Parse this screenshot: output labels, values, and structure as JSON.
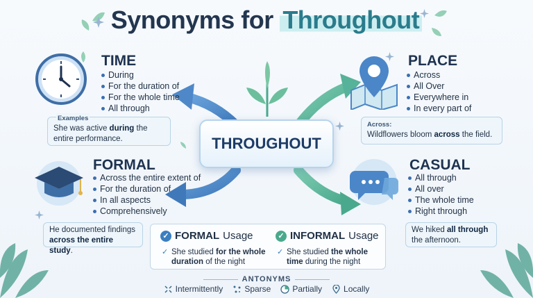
{
  "title": {
    "prefix": "Synonyms for",
    "highlight": "Throughout"
  },
  "center": "THROUGHOUT",
  "categories": {
    "time": {
      "title": "TIME",
      "items": [
        "During",
        "For the duration of",
        "For the whole time",
        "All through"
      ]
    },
    "place": {
      "title": "PLACE",
      "items": [
        "Across",
        "All Over",
        "Everywhere in",
        "In every part of"
      ]
    },
    "formal": {
      "title": "FORMAL",
      "items": [
        "Across the entire extent of",
        "For the duration of",
        "In all aspects",
        "Comprehensively"
      ]
    },
    "casual": {
      "title": "CASUAL",
      "items": [
        "All through",
        "All over",
        "The whole time",
        "Right through"
      ]
    }
  },
  "examples": {
    "time": {
      "label": "Examples",
      "pre": "She was active ",
      "bold": "during",
      "post": " the entire performance."
    },
    "place": {
      "label": "Across:",
      "pre": "Wildflowers bloom ",
      "bold": "across",
      "post": " the field."
    },
    "formal": {
      "pre": "He documented findings ",
      "bold": "across the entire study",
      "post": "."
    },
    "casual": {
      "pre": "We hiked ",
      "bold": "all through",
      "post": " the afternoon."
    }
  },
  "usage": {
    "formal": {
      "bold": "FORMAL",
      "word": "Usage",
      "pre": "She studied ",
      "boldText": "for the whole duration",
      "post": " of the night"
    },
    "informal": {
      "bold": "INFORMAL",
      "word": "Usage",
      "pre": "She studied ",
      "boldText": "the whole time",
      "post": " during the night"
    }
  },
  "antonyms": {
    "heading": "ANTONYMS",
    "items": [
      {
        "label": "Intermittently",
        "icon": "scatter-icon"
      },
      {
        "label": "Sparse",
        "icon": "sparse-icon"
      },
      {
        "label": "Partially",
        "icon": "partial-circle-icon"
      },
      {
        "label": "Locally",
        "icon": "location-icon"
      }
    ]
  },
  "colors": {
    "accent": "#2a7c8c",
    "navy": "#1e3250",
    "arrowBlue": "#4a86c8",
    "arrowGreen": "#57b59a"
  }
}
